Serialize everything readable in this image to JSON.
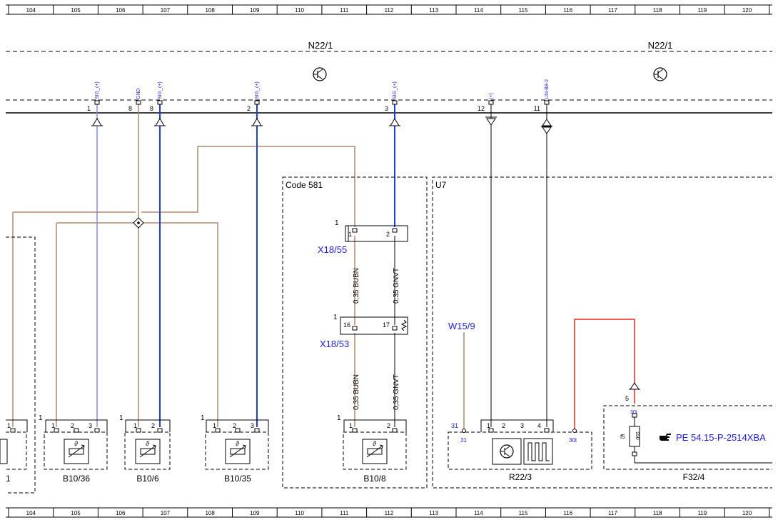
{
  "column_numbers": [
    "104",
    "105",
    "106",
    "107",
    "108",
    "109",
    "110",
    "111",
    "112",
    "113",
    "114",
    "115",
    "116",
    "117",
    "118",
    "119",
    "120"
  ],
  "modules": {
    "left": "N22/1",
    "right": "N22/1"
  },
  "connector_pins": [
    {
      "pin": "1",
      "signal": "SIG_(+)"
    },
    {
      "pin": "8",
      "signal": "GND"
    },
    {
      "pin": "8",
      "signal": "SIG_(+)"
    },
    {
      "pin": "2",
      "signal": "SIG_(+)"
    },
    {
      "pin": "3",
      "signal": "SIG_(+)"
    },
    {
      "pin": "12",
      "signal": "(+)"
    },
    {
      "pin": "11",
      "signal": "LIN-B8-2"
    }
  ],
  "groups": {
    "code": "Code 581",
    "unit": "U7"
  },
  "connectors": {
    "x18_55": {
      "name": "X18/55",
      "index": "1",
      "pin_a": "1",
      "pin_b": "2"
    },
    "x18_53": {
      "name": "X18/53",
      "index": "1",
      "pin_a": "16",
      "pin_b": "17"
    }
  },
  "wires": {
    "upper_left": "0,35 BUBN",
    "upper_right": "0,35 GNVT",
    "lower_left": "0,35 BUBN",
    "lower_right": "0,35 GNVT"
  },
  "components": [
    {
      "name": "B10/36",
      "index": "1",
      "pins": [
        "1",
        "2",
        "3"
      ]
    },
    {
      "name": "B10/6",
      "index": "1",
      "pins": [
        "1",
        "2"
      ]
    },
    {
      "name": "B10/35",
      "index": "1",
      "pins": [
        "1",
        "2",
        "3"
      ]
    },
    {
      "name": "B10/8",
      "index": "1",
      "pins": [
        "1",
        "2"
      ]
    },
    {
      "name": "R22/3",
      "pins": [
        "1",
        "2",
        "3",
        "4"
      ]
    },
    {
      "name": "F32/4"
    },
    {
      "name": "1",
      "pin": "1"
    }
  ],
  "ground": {
    "name": "W15/9",
    "terminal": "31"
  },
  "r22_terminal_31": "31",
  "r22_terminal_30t": "30t",
  "fuse": {
    "id": "f5",
    "rating": "150",
    "pin": "5",
    "terminal": "30t"
  },
  "reference": {
    "icon": "hand-pointer-icon",
    "text": "PE 54.15-P-2514XBA"
  },
  "colors": {
    "brown": "#b08a6e",
    "blue": "#1a3cff",
    "light_blue": "#7f8df2",
    "red": "#e8291f",
    "black": "#000000"
  }
}
